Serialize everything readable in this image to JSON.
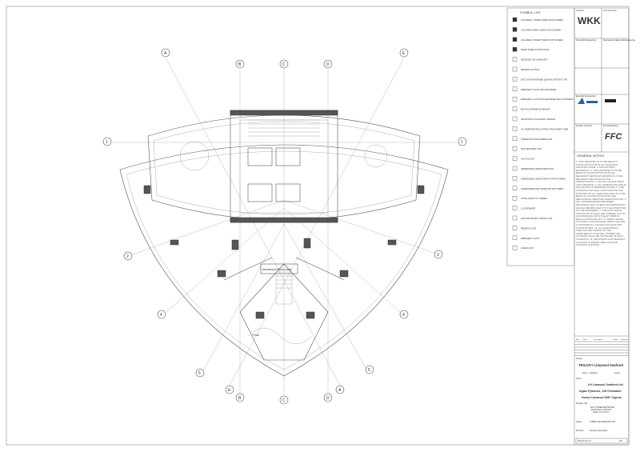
{
  "symbol_list": {
    "title": "SYMBOL LIST",
    "items": [
      "COLOURED 7\" SMART HOME TOUCH SCREEN",
      "COLOURED SMART HOME TOUCH SCREEN",
      "COLOURED 4\" SMART HOME TOUCH SCREEN",
      "SMART HOME PUSH BUTTONS",
      "RECESSED LED DOWNLIGHT",
      "PENDANT LIGHTING",
      "EXIT LIGHT MAINTAINED CENTRAL BATTERY TYPE",
      "EMERGENCY LIGHT NON MAINTAINED",
      "EMERGENCY LIGHT NON MAINTAINED SELF CONTAINED",
      "MOTION & PRESENCE SENSOR",
      "360 MOTION & OCCUPANCY SENSOR",
      "A/C TEMPERATURE CONTROL FROM SMART HOME",
      "THERMOSTAT FOR UNDERFLOOR",
      "HEAT RECOVERY UNIT",
      "FAN COIL UNIT",
      "ADDRESSABLE SMOKE DETECTOR",
      "ADDRESSABLE SMOKE DETECTOR WITH SIREN",
      "ADDRESSABLE HEAT DETECTOR WITH SIREN",
      "CLOSE CIRCUIT TV CAMERA",
      "LOUDSPEAKER",
      "ELECTRIC BLINDS CONTROL UNIT",
      "PENDANT LIGHT",
      "EMERGENCY LIGHT",
      "LINEAR LIGHT"
    ]
  },
  "grid": {
    "letters": [
      "A",
      "B",
      "C",
      "D",
      "E"
    ],
    "numbers": [
      "1",
      "2",
      "3",
      "4",
      "5"
    ]
  },
  "plan": {
    "room_label": "Pool",
    "box_label": "Mechanical Room Area"
  },
  "title_block": {
    "architect_label": "Architect",
    "architect_logo": "WKK",
    "civil_label": "Civil Structures",
    "struct_label": "Structural Engineering",
    "mep_label": "Mechanical & Electrical Engineering",
    "electrical_label": "Electrical Engineering",
    "quantity_label": "Quantity Surveyor",
    "fire_label": "Fire Engineering",
    "fire_logo": "FFC",
    "general_notes_title": "GENERAL NOTES",
    "general_notes": "1. THIS DRAWING IS TO BE READ IN CONJUNCTION WITH ALL RELEVANT ARCHITECTURAL & STRUCTURAL DRAWINGS. 2. THIS DRAWING IS TO BE READ IN CONJUNCTION WITH ALL RELEVANT SERVICES DRAWINGS & THE RELEVANT SECTIONS OF THE SPECIFICATION. 3. DO NOT SCALE FROM THIS DRAWING. 4. ALL DIMENSIONS ARE IN MM UNLESS OTHERWISE STATED. 5. THE CONTRACTOR SHALL NOT DEVIATE THE POSITION OF ALL SERVICES AND IS TO BE READ IN CONJUNCTION WITH THE MECHANICAL SERVICES SPECIFICATION. 6. ANY DISCREPANCIES BETWEEN DRAWINGS AND OTHER DOCUMENTATION SHOULD BE BROUGHT TO THE ATTENTION OF THE ENGINEER. 7. THE ELECTRICAL INSTALLATION SHALL BE CARRIED OUT IN ACCORDANCE WITH THE IET WIRING REGULATIONS BS 7671. 8. SMART HOME SYSTEM IS CONTROLLED FROM THE HUB. 9. PROVIDE ALL SOCKET OUTLETS AND FLOOR BOXES. 10. ALL ELECTRICAL CABLING AND WIRING OF THE APARTMENTS LIGHTING, POWER AND SYSTEMS SHALL BE INSTALLED IN UPVC CONDUITS. 11. PROVISION FOR PENDANT LIGHTING IN DINING AREA AND FOR LIGHTING CONTROL.",
    "revisions_headers": [
      "Rev",
      "Date",
      "Description",
      "Drawn",
      "Checked"
    ],
    "project_label": "Project",
    "project_name": "TRILOGY Limassol Seafront",
    "scale_label": "Scale : 1:100@ A1",
    "issued_label": "Issued",
    "client_label": "Client",
    "client_lines": [
      "LH Limassol Seafront Ltd.",
      "Agias Fylaxeos, 118 Christabel",
      "House Limassol 3087 Cyprus"
    ],
    "drawing_title_label": "Drawing Title",
    "drawing_title": [
      "EAST TOWER PENTHOUSE",
      "ELECTRICAL LIGHTING",
      "LEVEL 71 LAYOUT"
    ],
    "status_label": "Status",
    "status_value": "SUBMITTED DESCRIPTION",
    "revision_label": "Revision",
    "revision_value": "Revision description",
    "drawing_no": "TRILOGY-E-L71",
    "rev_no": "P01"
  }
}
